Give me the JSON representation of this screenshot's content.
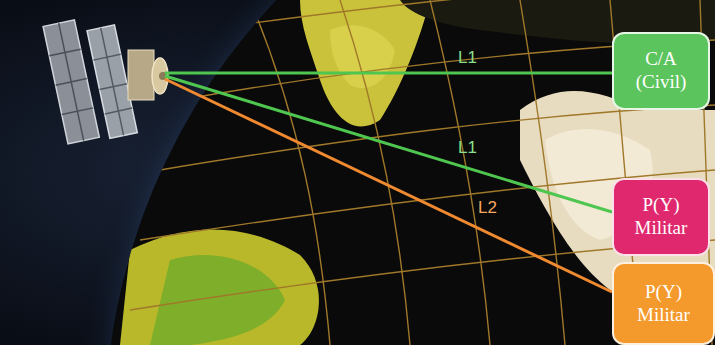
{
  "diagram": {
    "nodes": [
      {
        "text": [
          "C/A (Civil)"
        ]
      },
      {
        "text": [
          "P(Y) Militar"
        ]
      },
      {
        "text": [
          "P(Y) Militar"
        ]
      }
    ],
    "labels": [
      "L1",
      "L1",
      "L2"
    ]
  }
}
